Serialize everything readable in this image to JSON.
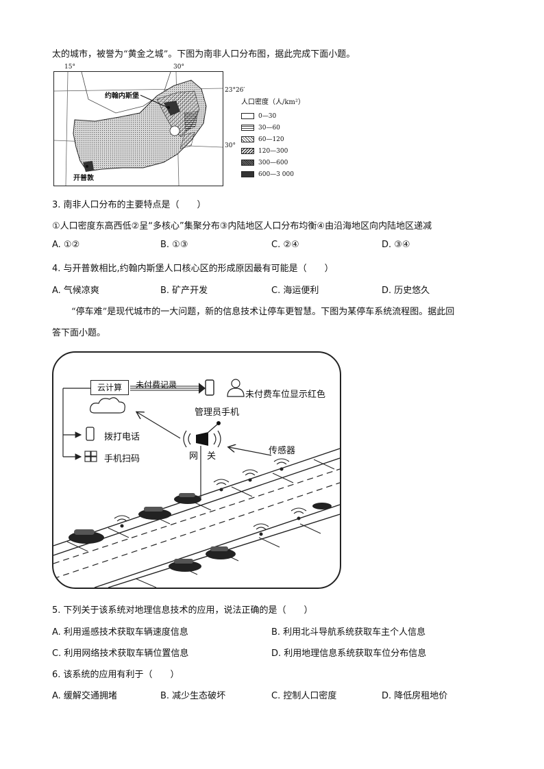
{
  "intro": {
    "line1": "太的城市，被誉为“黄金之城”。下图为南非人口分布图，据此完成下面小题。"
  },
  "map": {
    "lon_15": "15°",
    "lon_30": "30°",
    "lat_tropic": "23°26′",
    "lat_30": "30°",
    "city_johannesburg": "约翰内斯堡",
    "city_capetown": "开普敦",
    "legend_title": "人口密度（人/km²）",
    "legend": [
      {
        "label": "0—30"
      },
      {
        "label": "30—60"
      },
      {
        "label": "60—120"
      },
      {
        "label": "120—300"
      },
      {
        "label": "300—600"
      },
      {
        "label": "600—3 000"
      }
    ]
  },
  "q3": {
    "stem": "3. 南非人口分布的主要特点是（　　）",
    "statements": "①人口密度东高西低②呈“多核心”集聚分布③内陆地区人口分布均衡④由沿海地区向内陆地区递减",
    "a": "A. ①②",
    "b": "B. ①③",
    "c": "C. ②④",
    "d": "D. ③④"
  },
  "q4": {
    "stem": "4. 与开普敦相比,约翰内斯堡人口核心区的形成原因最有可能是（　　）",
    "a": "A.  气候凉爽",
    "b": "B.  矿产开发",
    "c": "C.  海运便利",
    "d": "D.  历史悠久"
  },
  "intro2": {
    "line1": "“停车难”是现代城市的一大问题，新的信息技术让停车更智慧。下图为某停车系统流程图。据此回",
    "line2": "答下面小题。"
  },
  "flow": {
    "cloud": "云计算",
    "unpaid_record": "未付费记录",
    "red_display": "未付费车位显示红色",
    "admin_phone": "管理员手机",
    "call": "拨打电话",
    "scan": "手机扫码",
    "gateway": "网　关",
    "sensor": "传感器"
  },
  "q5": {
    "stem": "5. 下列关于该系统对地理信息技术的应用，说法正确的是（　　）",
    "a": "A.  利用遥感技术获取车辆速度信息",
    "b": "B.  利用北斗导航系统获取车主个人信息",
    "c": "C.  利用网络技术获取车辆位置信息",
    "d": "D.  利用地理信息系统获取车位分布信息"
  },
  "q6": {
    "stem": "6. 该系统的应用有利于（　　）",
    "a": "A.  缓解交通拥堵",
    "b": "B.  减少生态破坏",
    "c": "C.  控制人口密度",
    "d": "D.  降低房租地价"
  }
}
